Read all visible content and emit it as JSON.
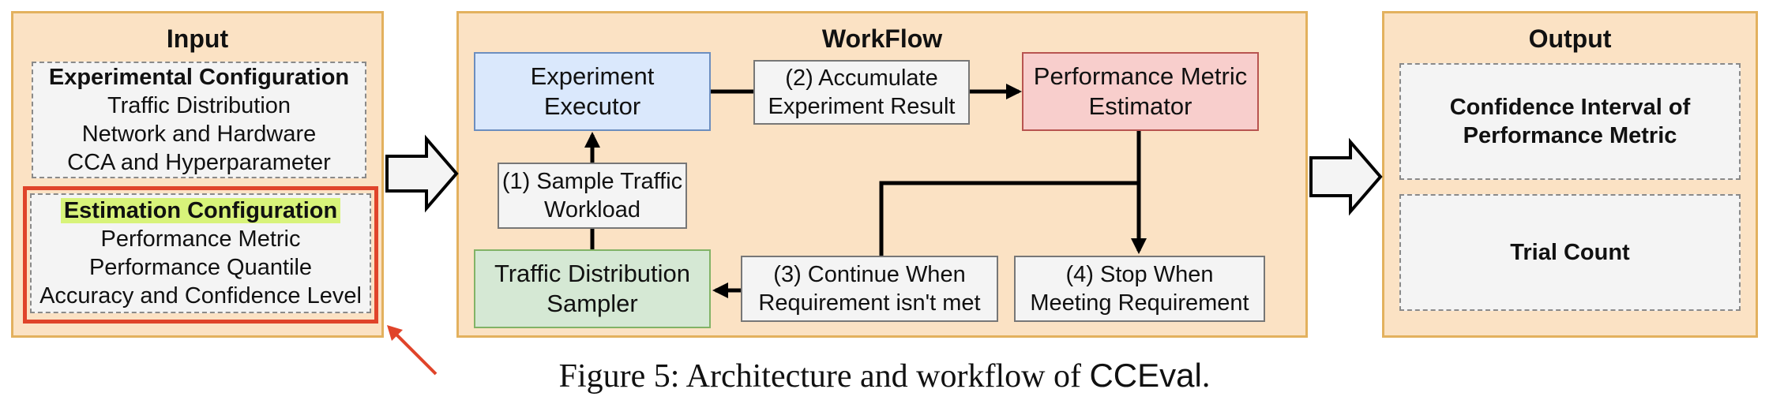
{
  "input": {
    "title": "Input",
    "experimental": {
      "heading": "Experimental Configuration",
      "items": [
        "Traffic Distribution",
        "Network and Hardware",
        "CCA and Hyperparameter"
      ]
    },
    "estimation": {
      "heading": "Estimation Configuration",
      "items": [
        "Performance Metric",
        "Performance Quantile",
        "Accuracy and Confidence Level"
      ]
    }
  },
  "workflow": {
    "title": "WorkFlow",
    "executor": [
      "Experiment",
      "Executor"
    ],
    "accumulate": [
      "(2) Accumulate",
      "Experiment Result"
    ],
    "estimator": [
      "Performance Metric",
      "Estimator"
    ],
    "sample": [
      "(1) Sample Traffic",
      "Workload"
    ],
    "sampler": [
      "Traffic Distribution",
      "Sampler"
    ],
    "continue": [
      "(3) Continue When",
      "Requirement isn't met"
    ],
    "stop": [
      "(4) Stop When",
      "Meeting Requirement"
    ]
  },
  "output": {
    "title": "Output",
    "confidence": [
      "Confidence Interval of",
      "Performance Metric"
    ],
    "trials": "Trial Count"
  },
  "caption": {
    "prefix": "Figure 5: Architecture and workflow of ",
    "name": "CCEval",
    "suffix": "."
  },
  "colors": {
    "panel_fill": "#fbe2c4",
    "panel_border": "#e3b15e",
    "executor_fill": "#dae8fc",
    "executor_border": "#6c8ebf",
    "estimator_fill": "#f8cecc",
    "estimator_border": "#b85450",
    "sampler_fill": "#d5e8d4",
    "sampler_border": "#82b366",
    "highlight_border": "#e0442a",
    "highlight_text_bg": "#d8f37a"
  }
}
